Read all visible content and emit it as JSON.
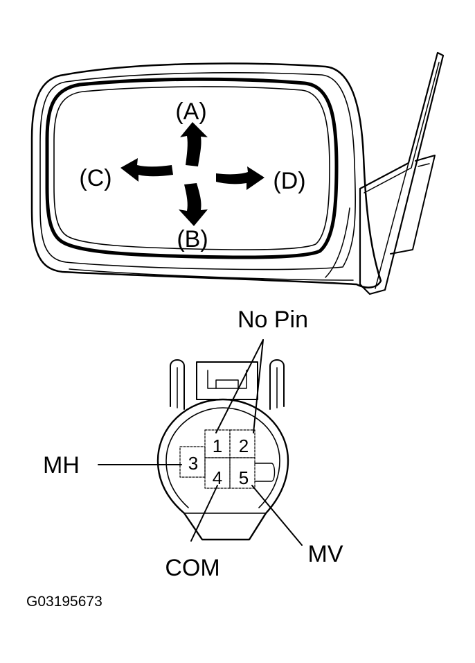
{
  "mirror": {
    "directions": [
      {
        "key": "A",
        "label": "(A)"
      },
      {
        "key": "B",
        "label": "(B)"
      },
      {
        "key": "C",
        "label": "(C)"
      },
      {
        "key": "D",
        "label": "(D)"
      }
    ]
  },
  "connector": {
    "pins": [
      "1",
      "2",
      "3",
      "4",
      "5"
    ],
    "callouts": {
      "no_pin": "No Pin",
      "mh": "MH",
      "com": "COM",
      "mv": "MV"
    }
  },
  "figure_id": "G03195673"
}
